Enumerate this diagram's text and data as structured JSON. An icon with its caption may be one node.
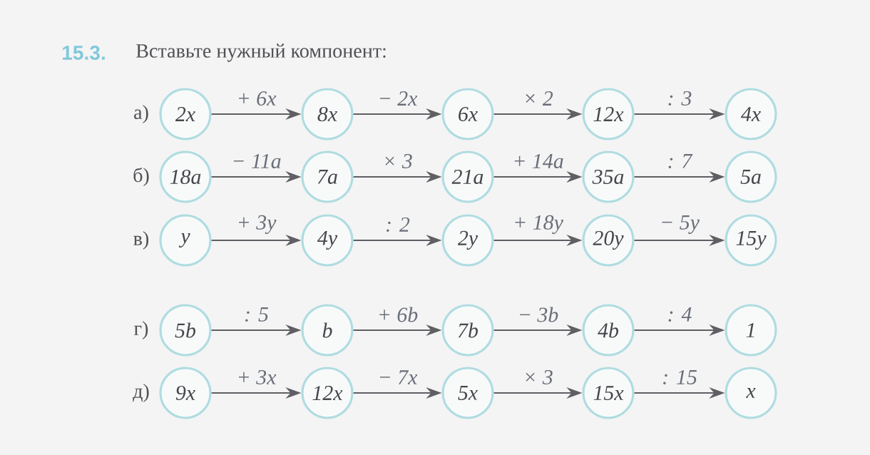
{
  "diagram": {
    "title": "Вставьте нужный компонент:",
    "nodes": [
      {
        "text": [
          "2x"
        ]
      },
      {
        "text": [
          "8x"
        ]
      },
      {
        "text": [
          "6x"
        ]
      },
      {
        "text": [
          "12x"
        ]
      },
      {
        "text": [
          "4x"
        ]
      },
      {
        "text": [
          "18a"
        ]
      },
      {
        "text": [
          "7a"
        ]
      },
      {
        "text": [
          "21a"
        ]
      },
      {
        "text": [
          "35a"
        ]
      },
      {
        "text": [
          "5a"
        ]
      },
      {
        "text": [
          "y"
        ]
      },
      {
        "text": [
          "4y"
        ]
      },
      {
        "text": [
          "2y"
        ]
      },
      {
        "text": [
          "20y"
        ]
      },
      {
        "text": [
          "15y"
        ]
      },
      {
        "text": [
          "5b"
        ]
      },
      {
        "text": [
          "b"
        ]
      },
      {
        "text": [
          "7b"
        ]
      },
      {
        "text": [
          "4b"
        ]
      },
      {
        "text": [
          "1"
        ]
      },
      {
        "text": [
          "9x"
        ]
      },
      {
        "text": [
          "12x"
        ]
      },
      {
        "text": [
          "5x"
        ]
      },
      {
        "text": [
          "15x"
        ]
      },
      {
        "text": [
          "x"
        ]
      }
    ],
    "edges": [
      {
        "from": 0,
        "to": 1,
        "arrow": "to",
        "label": "+ 6x"
      },
      {
        "from": 1,
        "to": 2,
        "arrow": "to",
        "label": "− 2x"
      },
      {
        "from": 2,
        "to": 3,
        "arrow": "to",
        "label": "× 2"
      },
      {
        "from": 3,
        "to": 4,
        "arrow": "to",
        "label": ": 3"
      },
      {
        "from": 5,
        "to": 6,
        "arrow": "to",
        "label": "− 11a"
      },
      {
        "from": 6,
        "to": 7,
        "arrow": "to",
        "label": "× 3"
      },
      {
        "from": 7,
        "to": 8,
        "arrow": "to",
        "label": "+ 14a"
      },
      {
        "from": 8,
        "to": 9,
        "arrow": "to",
        "label": ": 7"
      },
      {
        "from": 10,
        "to": 11,
        "arrow": "to",
        "label": "+ 3y"
      },
      {
        "from": 11,
        "to": 12,
        "arrow": "to",
        "label": ": 2"
      },
      {
        "from": 12,
        "to": 13,
        "arrow": "to",
        "label": "+ 18y"
      },
      {
        "from": 13,
        "to": 14,
        "arrow": "to",
        "label": "− 5y"
      },
      {
        "from": 15,
        "to": 16,
        "arrow": "to",
        "label": ": 5"
      },
      {
        "from": 16,
        "to": 17,
        "arrow": "to",
        "label": "+ 6b"
      },
      {
        "from": 17,
        "to": 18,
        "arrow": "to",
        "label": "− 3b"
      },
      {
        "from": 18,
        "to": 19,
        "arrow": "to",
        "label": ": 4"
      },
      {
        "from": 20,
        "to": 21,
        "arrow": "to",
        "label": "+ 3x"
      },
      {
        "from": 21,
        "to": 22,
        "arrow": "to",
        "label": "− 7x"
      },
      {
        "from": 22,
        "to": 23,
        "arrow": "to",
        "label": "× 3"
      },
      {
        "from": 23,
        "to": 24,
        "arrow": "to",
        "label": ": 15"
      }
    ],
    "labels": [
      "15.3.",
      "а)",
      "б)",
      "в)",
      "г)",
      "д)"
    ]
  }
}
